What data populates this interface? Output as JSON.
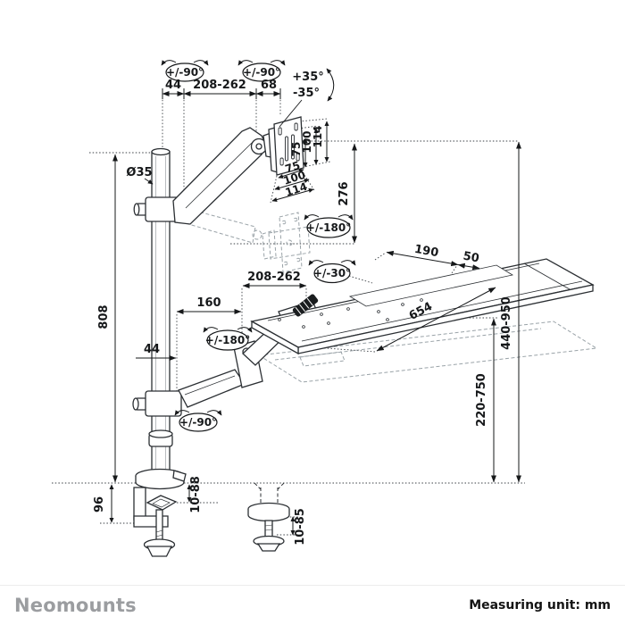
{
  "brand": {
    "name": "Neomounts"
  },
  "footer": {
    "measuring_unit": "Measuring unit: mm"
  },
  "rotation_badges": {
    "upper_arm_shoulder": "+/-90°",
    "upper_arm_elbow": "+/-90°",
    "vesa_swivel": "+/-180°",
    "tray_swivel": "+/-180°",
    "tray_tilt": "+/-30°",
    "lower_arm_shoulder": "+/-90°",
    "screen_tilt_up": "+35°",
    "screen_tilt_down": "-35°"
  },
  "dimensions": {
    "pole_offset_upper": "44",
    "upper_arm_reach": "208-262",
    "vesa_offset": "68",
    "pole_diameter": "Ø35",
    "vesa_vertical": [
      "75",
      "100",
      "114"
    ],
    "vesa_horizontal": [
      "75",
      "100",
      "114"
    ],
    "arm_drop": "276",
    "pole_height": "808",
    "lower_arm_offset": "44",
    "lower_arm_front_offset": "160",
    "lower_arm_reach": "208-262",
    "tray_depth": "190",
    "tray_lip": "50",
    "tray_width": "654",
    "screen_height_range": "440-950",
    "tray_height_range": "220-750",
    "clamp_height": "96",
    "clamp_thickness_range": "10-88",
    "grommet_thickness_range": "10-85"
  }
}
